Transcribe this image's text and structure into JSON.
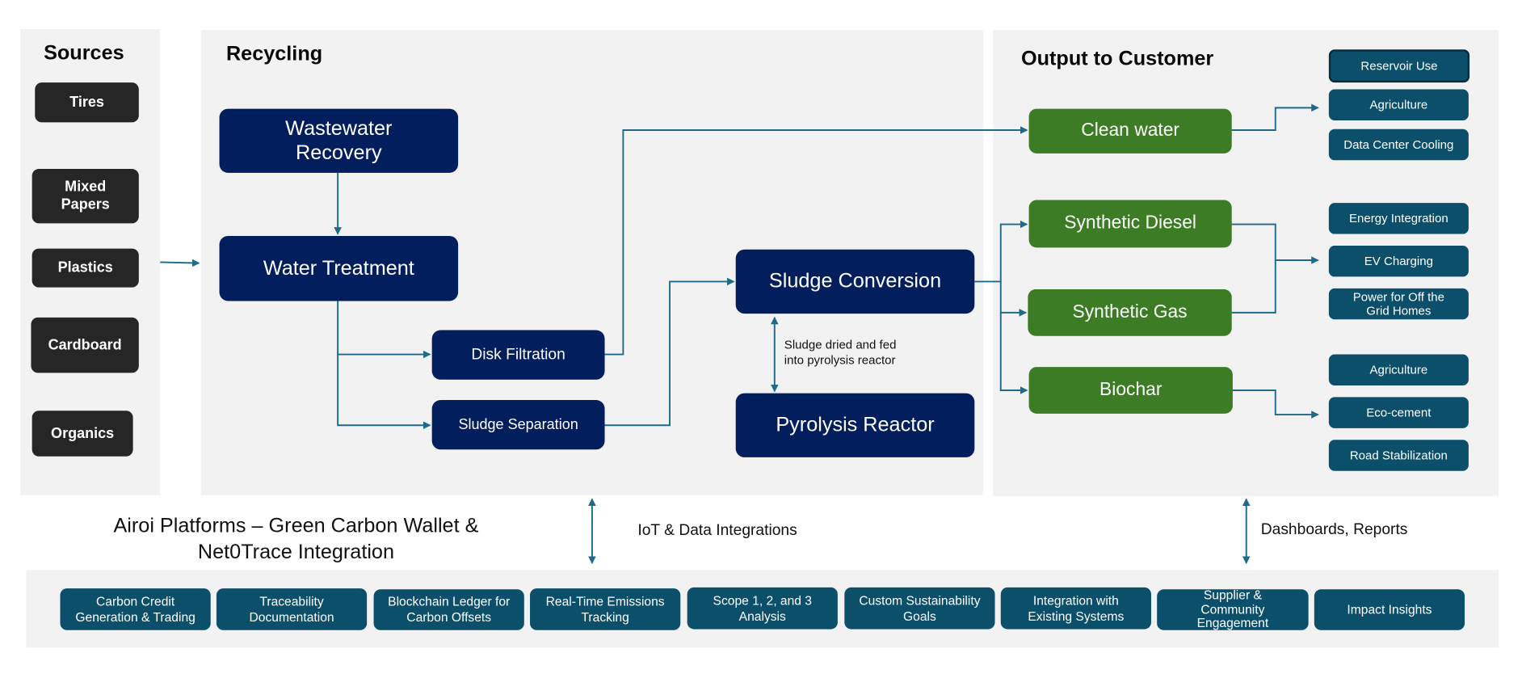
{
  "colors": {
    "panel_bg": "#f2f2f2",
    "source_box": "#262626",
    "process_box": "#031e5c",
    "output_box": "#3b7c25",
    "use_box": "#0c4f6b",
    "arrow": "#1f6a88"
  },
  "sources": {
    "title": "Sources",
    "items": [
      "Tires",
      "Mixed Papers",
      "Plastics",
      "Cardboard",
      "Organics"
    ]
  },
  "recycling": {
    "title": "Recycling",
    "steps": {
      "wastewater_recovery": "Wastewater Recovery",
      "water_treatment": "Water Treatment",
      "disk_filtration": "Disk Filtration",
      "sludge_separation": "Sludge Separation",
      "sludge_conversion": "Sludge Conversion",
      "pyrolysis_reactor": "Pyrolysis Reactor"
    },
    "pyrolysis_note": "Sludge dried and fed into pyrolysis reactor"
  },
  "output": {
    "title": "Output to Customer",
    "products": [
      "Clean water",
      "Synthetic Diesel",
      "Synthetic Gas",
      "Biochar"
    ],
    "uses": {
      "clean_water": [
        "Reservoir Use",
        "Agriculture",
        "Data Center Cooling"
      ],
      "energy": [
        "Energy Integration",
        "EV Charging",
        "Power for Off the Grid Homes"
      ],
      "biochar": [
        "Agriculture",
        "Eco-cement",
        "Road Stabilization"
      ]
    }
  },
  "platform": {
    "title": "Airoi Platforms – Green Carbon Wallet & Net0Trace Integration",
    "iot_label": "IoT & Data Integrations",
    "dashboard_label": "Dashboards, Reports",
    "features": [
      "Carbon Credit Generation & Trading",
      "Traceability Documentation",
      "Blockchain Ledger for Carbon Offsets",
      "Real-Time Emissions Tracking",
      "Scope 1, 2, and 3 Analysis",
      "Custom Sustainability Goals",
      "Integration with Existing Systems",
      "Supplier & Community Engagement",
      "Impact Insights"
    ]
  }
}
